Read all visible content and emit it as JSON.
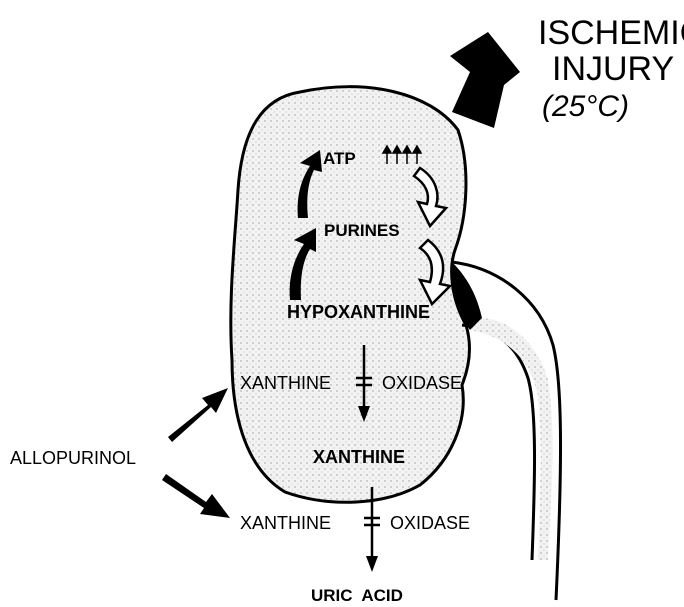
{
  "diagram": {
    "title": {
      "line1": "ISCHEMIC",
      "line2": "INJURY",
      "line3": "(25°C)"
    },
    "nodes": {
      "atp": "ATP",
      "purines": "PURINES",
      "hypoxanthine": "HYPOXANTHINE",
      "xanthine": "XANTHINE",
      "uric_acid": "URIC  ACID"
    },
    "enzyme_1": {
      "left": "XANTHINE",
      "right": "OXIDASE"
    },
    "enzyme_2": {
      "left": "XANTHINE",
      "right": "OXIDASE"
    },
    "inhibitor": "ALLOPURINOL",
    "colors": {
      "ink": "#000000",
      "kidney_fill": "#f1f1f1",
      "background": "#ffffff"
    }
  }
}
